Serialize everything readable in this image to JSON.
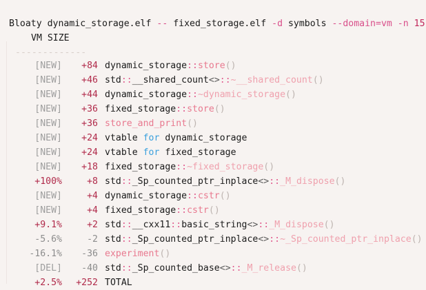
{
  "terminal": {
    "background": "#f7f3f1",
    "command_line": {
      "parts": [
        {
          "text": "Bloaty dynamic_storage.elf ",
          "kind": "plain"
        },
        {
          "text": "--",
          "kind": "flag"
        },
        {
          "text": " fixed_storage.elf ",
          "kind": "plain"
        },
        {
          "text": "-d",
          "kind": "flag"
        },
        {
          "text": " symbols ",
          "kind": "plain"
        },
        {
          "text": "--domain=vm",
          "kind": "flag"
        },
        {
          "text": " ",
          "kind": "plain"
        },
        {
          "text": "-n",
          "kind": "flag"
        },
        {
          "text": " ",
          "kind": "plain"
        },
        {
          "text": "15",
          "kind": "num"
        }
      ],
      "raw": "Bloaty dynamic_storage.elf -- fixed_storage.elf -d symbols --domain=vm -n 15"
    },
    "column_header": "VM SIZE",
    "separator": "-------------",
    "rows": [
      {
        "percent": "[NEW]",
        "percent_kind": "new",
        "size": "+84",
        "size_kind": "add",
        "symbol_raw": "dynamic_storage::store()",
        "symbol": [
          {
            "text": "dynamic_storage",
            "kind": "plain"
          },
          {
            "text": "::",
            "kind": "sep"
          },
          {
            "text": "store",
            "kind": "func"
          },
          {
            "text": "()",
            "kind": "paren"
          }
        ]
      },
      {
        "percent": "[NEW]",
        "percent_kind": "new",
        "size": "+46",
        "size_kind": "add",
        "symbol_raw": "std::__shared_count<>::~__shared_count()",
        "symbol": [
          {
            "text": "std",
            "kind": "plain"
          },
          {
            "text": "::",
            "kind": "sep"
          },
          {
            "text": "__shared_count",
            "kind": "plain"
          },
          {
            "text": "<>",
            "kind": "tmpl"
          },
          {
            "text": "::",
            "kind": "sep"
          },
          {
            "text": "~__shared_count",
            "kind": "funcsoft"
          },
          {
            "text": "()",
            "kind": "paren"
          }
        ]
      },
      {
        "percent": "[NEW]",
        "percent_kind": "new",
        "size": "+44",
        "size_kind": "add",
        "symbol_raw": "dynamic_storage::~dynamic_storage()",
        "symbol": [
          {
            "text": "dynamic_storage",
            "kind": "plain"
          },
          {
            "text": "::",
            "kind": "sep"
          },
          {
            "text": "~dynamic_storage",
            "kind": "funcsoft"
          },
          {
            "text": "()",
            "kind": "paren"
          }
        ]
      },
      {
        "percent": "[NEW]",
        "percent_kind": "new",
        "size": "+36",
        "size_kind": "add",
        "symbol_raw": "fixed_storage::store()",
        "symbol": [
          {
            "text": "fixed_storage",
            "kind": "plain"
          },
          {
            "text": "::",
            "kind": "sep"
          },
          {
            "text": "store",
            "kind": "func"
          },
          {
            "text": "()",
            "kind": "paren"
          }
        ]
      },
      {
        "percent": "[NEW]",
        "percent_kind": "new",
        "size": "+36",
        "size_kind": "add",
        "symbol_raw": "store_and_print()",
        "symbol": [
          {
            "text": "store_and_print",
            "kind": "func"
          },
          {
            "text": "()",
            "kind": "paren"
          }
        ]
      },
      {
        "percent": "[NEW]",
        "percent_kind": "new",
        "size": "+24",
        "size_kind": "add",
        "symbol_raw": "vtable for dynamic_storage",
        "symbol": [
          {
            "text": "vtable ",
            "kind": "plain"
          },
          {
            "text": "for",
            "kind": "kw"
          },
          {
            "text": " dynamic_storage",
            "kind": "plain"
          }
        ]
      },
      {
        "percent": "[NEW]",
        "percent_kind": "new",
        "size": "+24",
        "size_kind": "add",
        "symbol_raw": "vtable for fixed_storage",
        "symbol": [
          {
            "text": "vtable ",
            "kind": "plain"
          },
          {
            "text": "for",
            "kind": "kw"
          },
          {
            "text": " fixed_storage",
            "kind": "plain"
          }
        ]
      },
      {
        "percent": "[NEW]",
        "percent_kind": "new",
        "size": "+18",
        "size_kind": "add",
        "symbol_raw": "fixed_storage::~fixed_storage()",
        "symbol": [
          {
            "text": "fixed_storage",
            "kind": "plain"
          },
          {
            "text": "::",
            "kind": "sep"
          },
          {
            "text": "~fixed_storage",
            "kind": "funcsoft"
          },
          {
            "text": "()",
            "kind": "paren"
          }
        ]
      },
      {
        "percent": "+100%",
        "percent_kind": "add",
        "size": "+8",
        "size_kind": "add",
        "symbol_raw": "std::_Sp_counted_ptr_inplace<>::_M_dispose()",
        "symbol": [
          {
            "text": "std",
            "kind": "plain"
          },
          {
            "text": "::",
            "kind": "sep"
          },
          {
            "text": "_Sp_counted_ptr_inplace",
            "kind": "plain"
          },
          {
            "text": "<>",
            "kind": "tmpl"
          },
          {
            "text": "::",
            "kind": "sep"
          },
          {
            "text": "_M_dispose",
            "kind": "funcsoft"
          },
          {
            "text": "()",
            "kind": "paren"
          }
        ]
      },
      {
        "percent": "[NEW]",
        "percent_kind": "new",
        "size": "+4",
        "size_kind": "add",
        "symbol_raw": "dynamic_storage::cstr()",
        "symbol": [
          {
            "text": "dynamic_storage",
            "kind": "plain"
          },
          {
            "text": "::",
            "kind": "sep"
          },
          {
            "text": "cstr",
            "kind": "func"
          },
          {
            "text": "()",
            "kind": "paren"
          }
        ]
      },
      {
        "percent": "[NEW]",
        "percent_kind": "new",
        "size": "+4",
        "size_kind": "add",
        "symbol_raw": "fixed_storage::cstr()",
        "symbol": [
          {
            "text": "fixed_storage",
            "kind": "plain"
          },
          {
            "text": "::",
            "kind": "sep"
          },
          {
            "text": "cstr",
            "kind": "func"
          },
          {
            "text": "()",
            "kind": "paren"
          }
        ]
      },
      {
        "percent": "+9.1%",
        "percent_kind": "add",
        "size": "+2",
        "size_kind": "add",
        "symbol_raw": "std::__cxx11::basic_string<>::_M_dispose()",
        "symbol": [
          {
            "text": "std",
            "kind": "plain"
          },
          {
            "text": "::",
            "kind": "sep"
          },
          {
            "text": "__cxx11",
            "kind": "plain"
          },
          {
            "text": "::",
            "kind": "sep"
          },
          {
            "text": "basic_string",
            "kind": "plain"
          },
          {
            "text": "<>",
            "kind": "tmpl"
          },
          {
            "text": "::",
            "kind": "sep"
          },
          {
            "text": "_M_dispose",
            "kind": "funcsoft"
          },
          {
            "text": "()",
            "kind": "paren"
          }
        ]
      },
      {
        "percent": "-5.6%",
        "percent_kind": "remove",
        "size": "-2",
        "size_kind": "remove",
        "symbol_raw": "std::_Sp_counted_ptr_inplace<>::~_Sp_counted_ptr_inplace()",
        "symbol": [
          {
            "text": "std",
            "kind": "plain"
          },
          {
            "text": "::",
            "kind": "sep"
          },
          {
            "text": "_Sp_counted_ptr_inplace",
            "kind": "plain"
          },
          {
            "text": "<>",
            "kind": "tmpl"
          },
          {
            "text": "::",
            "kind": "sep"
          },
          {
            "text": "~_Sp_counted_ptr_inplace",
            "kind": "funcsoft"
          },
          {
            "text": "()",
            "kind": "paren"
          }
        ]
      },
      {
        "percent": "-16.1%",
        "percent_kind": "remove",
        "size": "-36",
        "size_kind": "remove",
        "symbol_raw": "experiment()",
        "symbol": [
          {
            "text": "experiment",
            "kind": "func"
          },
          {
            "text": "()",
            "kind": "paren"
          }
        ]
      },
      {
        "percent": "[DEL]",
        "percent_kind": "del",
        "size": "-40",
        "size_kind": "remove",
        "symbol_raw": "std::_Sp_counted_base<>::_M_release()",
        "symbol": [
          {
            "text": "std",
            "kind": "plain"
          },
          {
            "text": "::",
            "kind": "sep"
          },
          {
            "text": "_Sp_counted_base",
            "kind": "plain"
          },
          {
            "text": "<>",
            "kind": "tmpl"
          },
          {
            "text": "::",
            "kind": "sep"
          },
          {
            "text": "_M_release",
            "kind": "funcsoft"
          },
          {
            "text": "()",
            "kind": "paren"
          }
        ]
      },
      {
        "percent": "+2.5%",
        "percent_kind": "add",
        "size": "+252",
        "size_kind": "add",
        "symbol_raw": "TOTAL",
        "symbol": [
          {
            "text": "TOTAL",
            "kind": "total"
          }
        ]
      }
    ],
    "colors": {
      "background": "#f7f3f1",
      "plain": "#1a1a1a",
      "new_marker": "#9e9e9e",
      "added": "#b02a4a",
      "removed": "#8c8c8c",
      "flag": "#d94f8a",
      "number": "#c0265a",
      "scope_separator": "#e05a8d",
      "function": "#e8798f",
      "keyword": "#3aa0dd",
      "paren": "#bdb4b0",
      "separator_rule": "#d8cfca"
    }
  }
}
